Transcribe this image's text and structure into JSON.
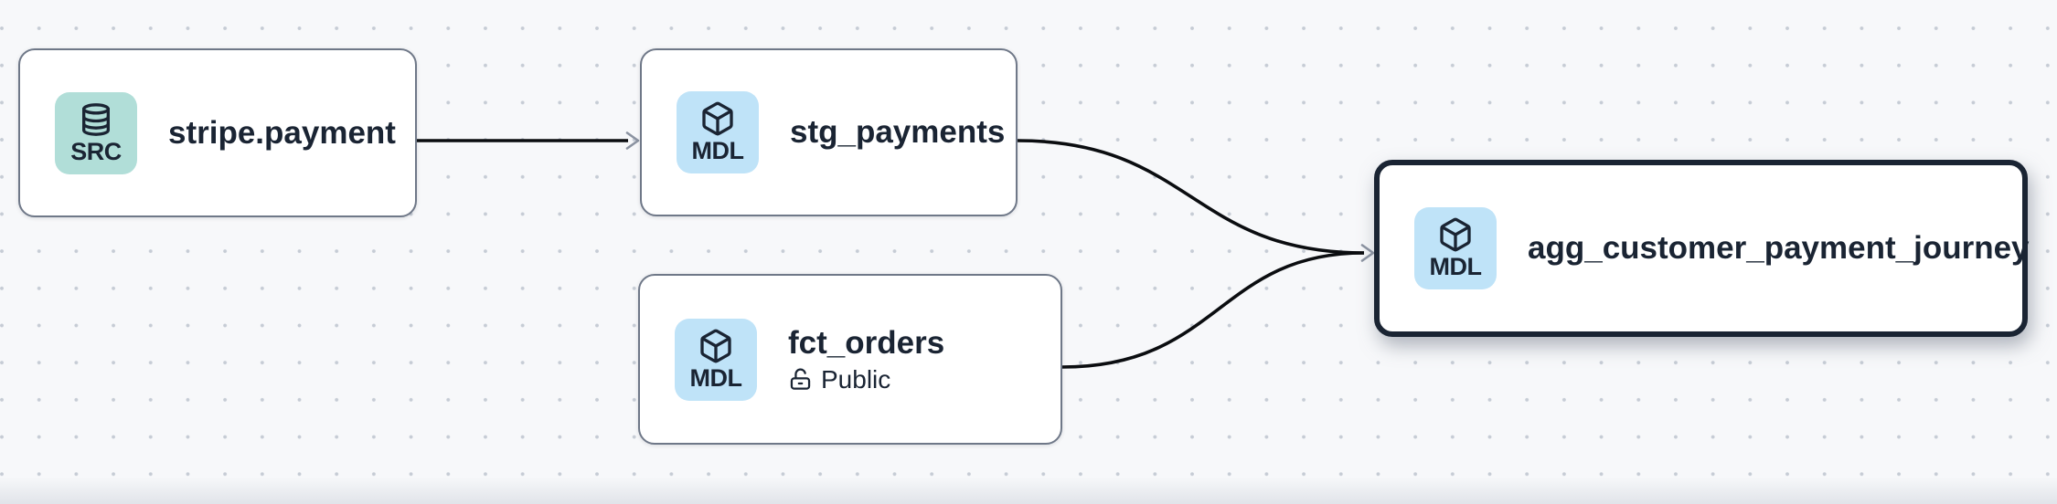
{
  "nodes": [
    {
      "title": "stripe.payment",
      "badge": "SRC",
      "type": "source",
      "icon": "database-icon",
      "selected": false
    },
    {
      "title": "stg_payments",
      "badge": "MDL",
      "type": "model",
      "icon": "cube-icon",
      "selected": false
    },
    {
      "title": "fct_orders",
      "badge": "MDL",
      "type": "model",
      "icon": "cube-icon",
      "access": "Public",
      "access_icon": "lock-open-icon",
      "selected": false
    },
    {
      "title": "agg_customer_payment_journey",
      "badge": "MDL",
      "type": "model",
      "icon": "cube-icon",
      "selected": true
    }
  ],
  "edges": [
    {
      "from": "stripe.payment",
      "to": "stg_payments"
    },
    {
      "from": "stg_payments",
      "to": "agg_customer_payment_journey"
    },
    {
      "from": "fct_orders",
      "to": "agg_customer_payment_journey"
    }
  ],
  "colors": {
    "canvas_bg": "#f7f8fa",
    "grid_dot": "#c6ccd5",
    "node_border": "#6f7888",
    "selected_border": "#1a2433",
    "text": "#1a2433",
    "source_badge": "#b1ded8",
    "model_badge": "#bfe3f8",
    "edge": "#0b0d10",
    "arrowhead": "#8b93a1"
  }
}
